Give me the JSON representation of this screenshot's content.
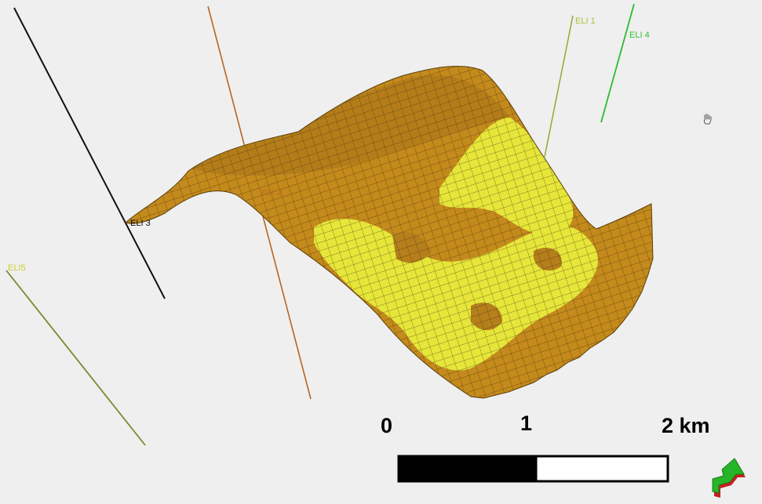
{
  "viewer": {
    "title_fragment": "…p…, …p…",
    "wells": [
      {
        "label": "ELI 1",
        "color": "#a9c23a"
      },
      {
        "label": "ELI 4",
        "color": "#2fc22f"
      },
      {
        "label": "ELI 3",
        "color": "#111111"
      },
      {
        "label": "ELI 2",
        "color": "#c0641c"
      },
      {
        "label": "ELI5",
        "color": "#c8d22a"
      }
    ],
    "surface": {
      "base_color": "#c48a1c",
      "facies_color": "#e6e63a",
      "mesh_color": "#3b2a08"
    },
    "scale_bar": {
      "labels": [
        "0",
        "1",
        "2 km"
      ]
    },
    "icons": [
      "hand-pan-icon",
      "navigation-arrow-icon"
    ]
  }
}
